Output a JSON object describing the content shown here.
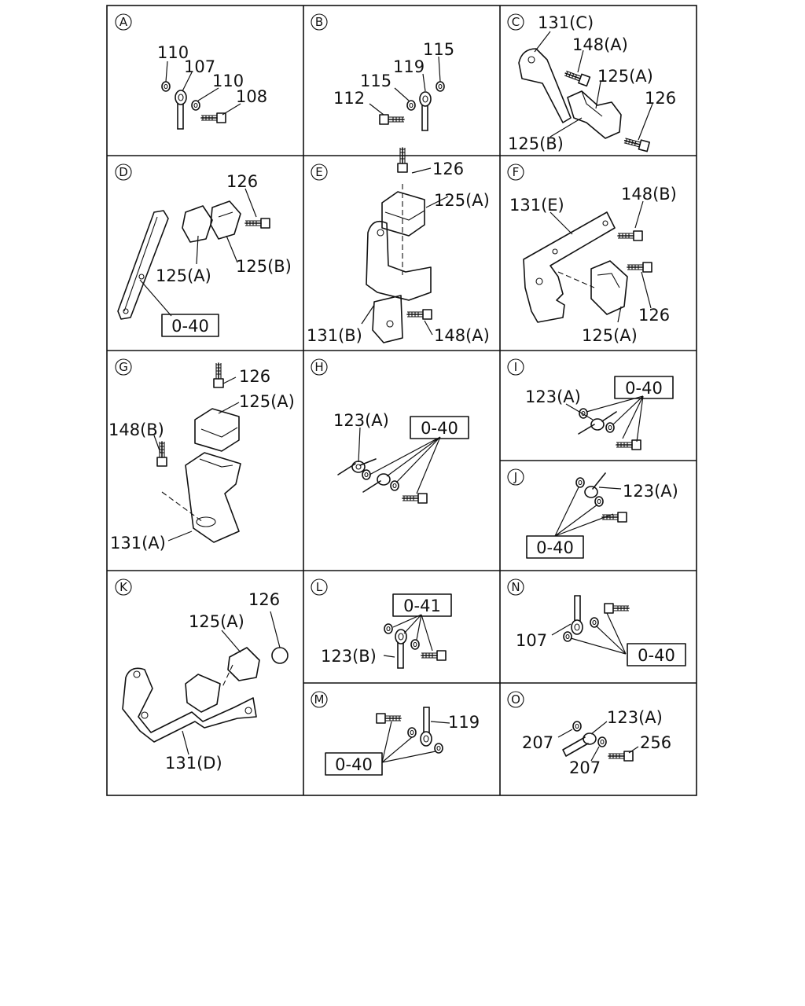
{
  "panels": [
    {
      "letter": "A",
      "labels": [
        "110",
        "107",
        "110",
        "108"
      ]
    },
    {
      "letter": "B",
      "labels": [
        "115",
        "119",
        "115",
        "112"
      ]
    },
    {
      "letter": "C",
      "labels": [
        "131(C)",
        "148(A)",
        "125(A)",
        "126",
        "125(B)"
      ]
    },
    {
      "letter": "D",
      "labels": [
        "126",
        "125(A)",
        "125(B)",
        "0-40"
      ]
    },
    {
      "letter": "E",
      "labels": [
        "126",
        "125(A)",
        "131(B)",
        "148(A)"
      ]
    },
    {
      "letter": "F",
      "labels": [
        "131(E)",
        "148(B)",
        "126",
        "125(A)"
      ]
    },
    {
      "letter": "G",
      "labels": [
        "126",
        "125(A)",
        "148(B)",
        "131(A)"
      ]
    },
    {
      "letter": "H",
      "labels": [
        "123(A)",
        "0-40"
      ]
    },
    {
      "letter": "I",
      "labels": [
        "123(A)",
        "0-40"
      ]
    },
    {
      "letter": "J",
      "labels": [
        "123(A)",
        "0-40"
      ]
    },
    {
      "letter": "K",
      "labels": [
        "126",
        "125(A)",
        "131(D)"
      ]
    },
    {
      "letter": "L",
      "labels": [
        "0-41",
        "123(B)"
      ]
    },
    {
      "letter": "N",
      "labels": [
        "107",
        "0-40"
      ]
    },
    {
      "letter": "M",
      "labels": [
        "119",
        "0-40"
      ]
    },
    {
      "letter": "O",
      "labels": [
        "123(A)",
        "207",
        "256",
        "207"
      ]
    }
  ]
}
